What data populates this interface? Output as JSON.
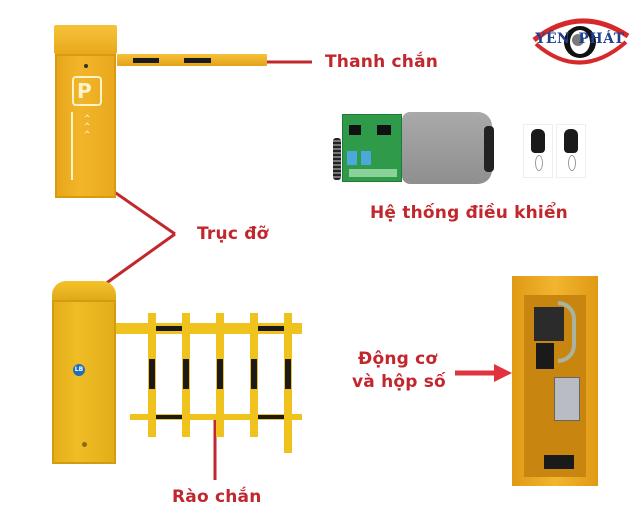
{
  "logo": {
    "text_left": "YÊN",
    "text_right": "PHÁT",
    "colors": {
      "red": "#d62a2a",
      "blue": "#1f3f8f",
      "black": "#111111"
    }
  },
  "labels": {
    "boom_arm": "Thanh chắn",
    "support_post": "Trục đỡ",
    "control_system": "Hệ thống điều khiển",
    "motor_gearbox_line1": "Động cơ",
    "motor_gearbox_line2": "và hộp số",
    "fence_arm": "Rào chắn"
  },
  "colors": {
    "accent_red": "#c1272d",
    "barrier_yellow": "#f0b322",
    "barrier_yellow_dark": "#d89a12",
    "stripe_black": "#1a1a1a",
    "arrow_red": "#e0323f"
  },
  "icons": {
    "parking": "P",
    "brand_badge": "LB"
  }
}
